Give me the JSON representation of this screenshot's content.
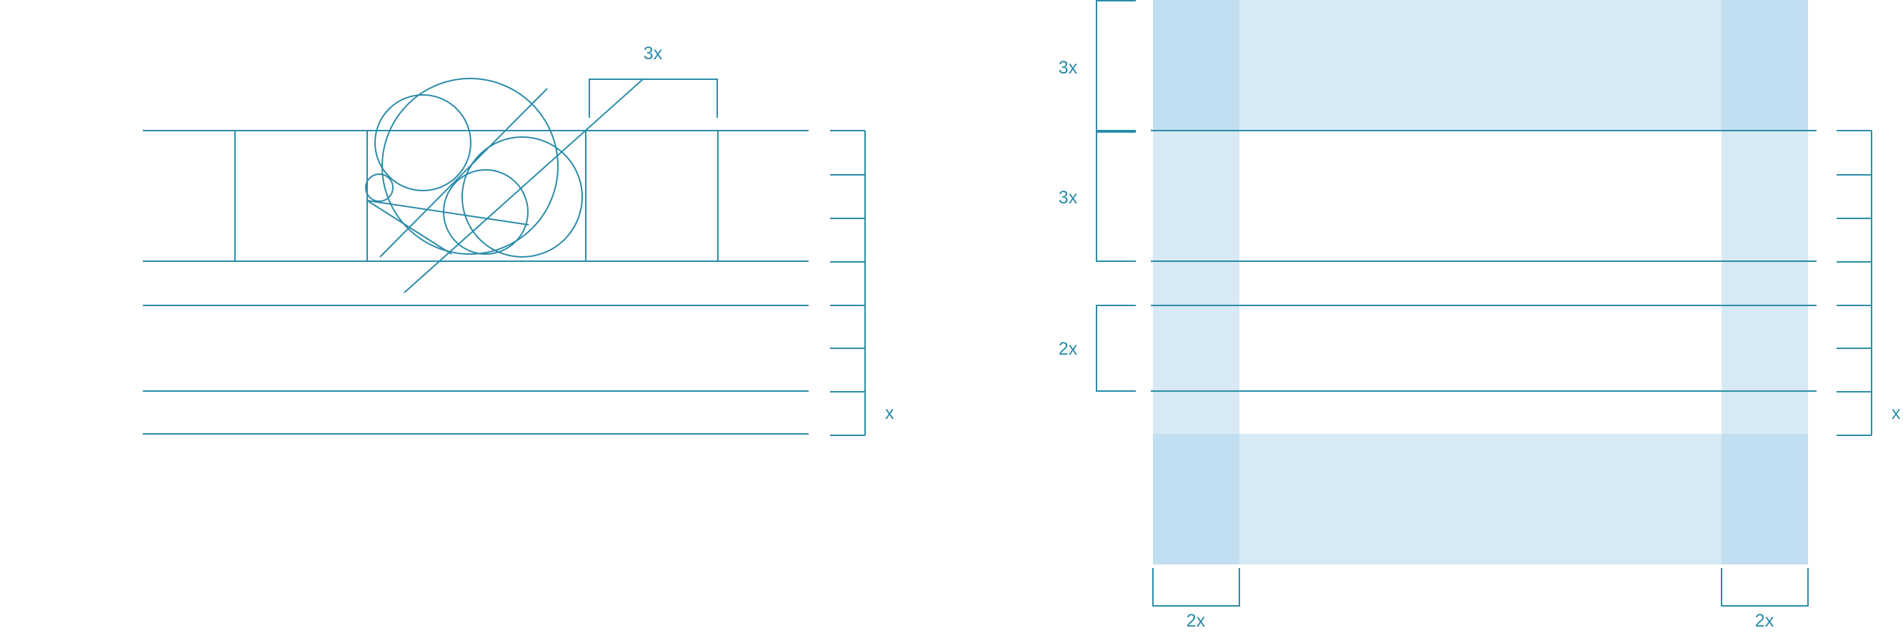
{
  "colors": {
    "line": "#2a8ca8",
    "band_light": "#d6e9f5",
    "band_dark": "#c1dff0",
    "text": "#2a8ca8"
  },
  "left_diagram": {
    "top_label": "3x",
    "unit_label": "x"
  },
  "right_diagram": {
    "left_labels": {
      "top": "3x",
      "middle": "3x",
      "lower": "2x"
    },
    "bottom_labels": {
      "left": "2x",
      "right": "2x"
    },
    "unit_label": "x"
  }
}
